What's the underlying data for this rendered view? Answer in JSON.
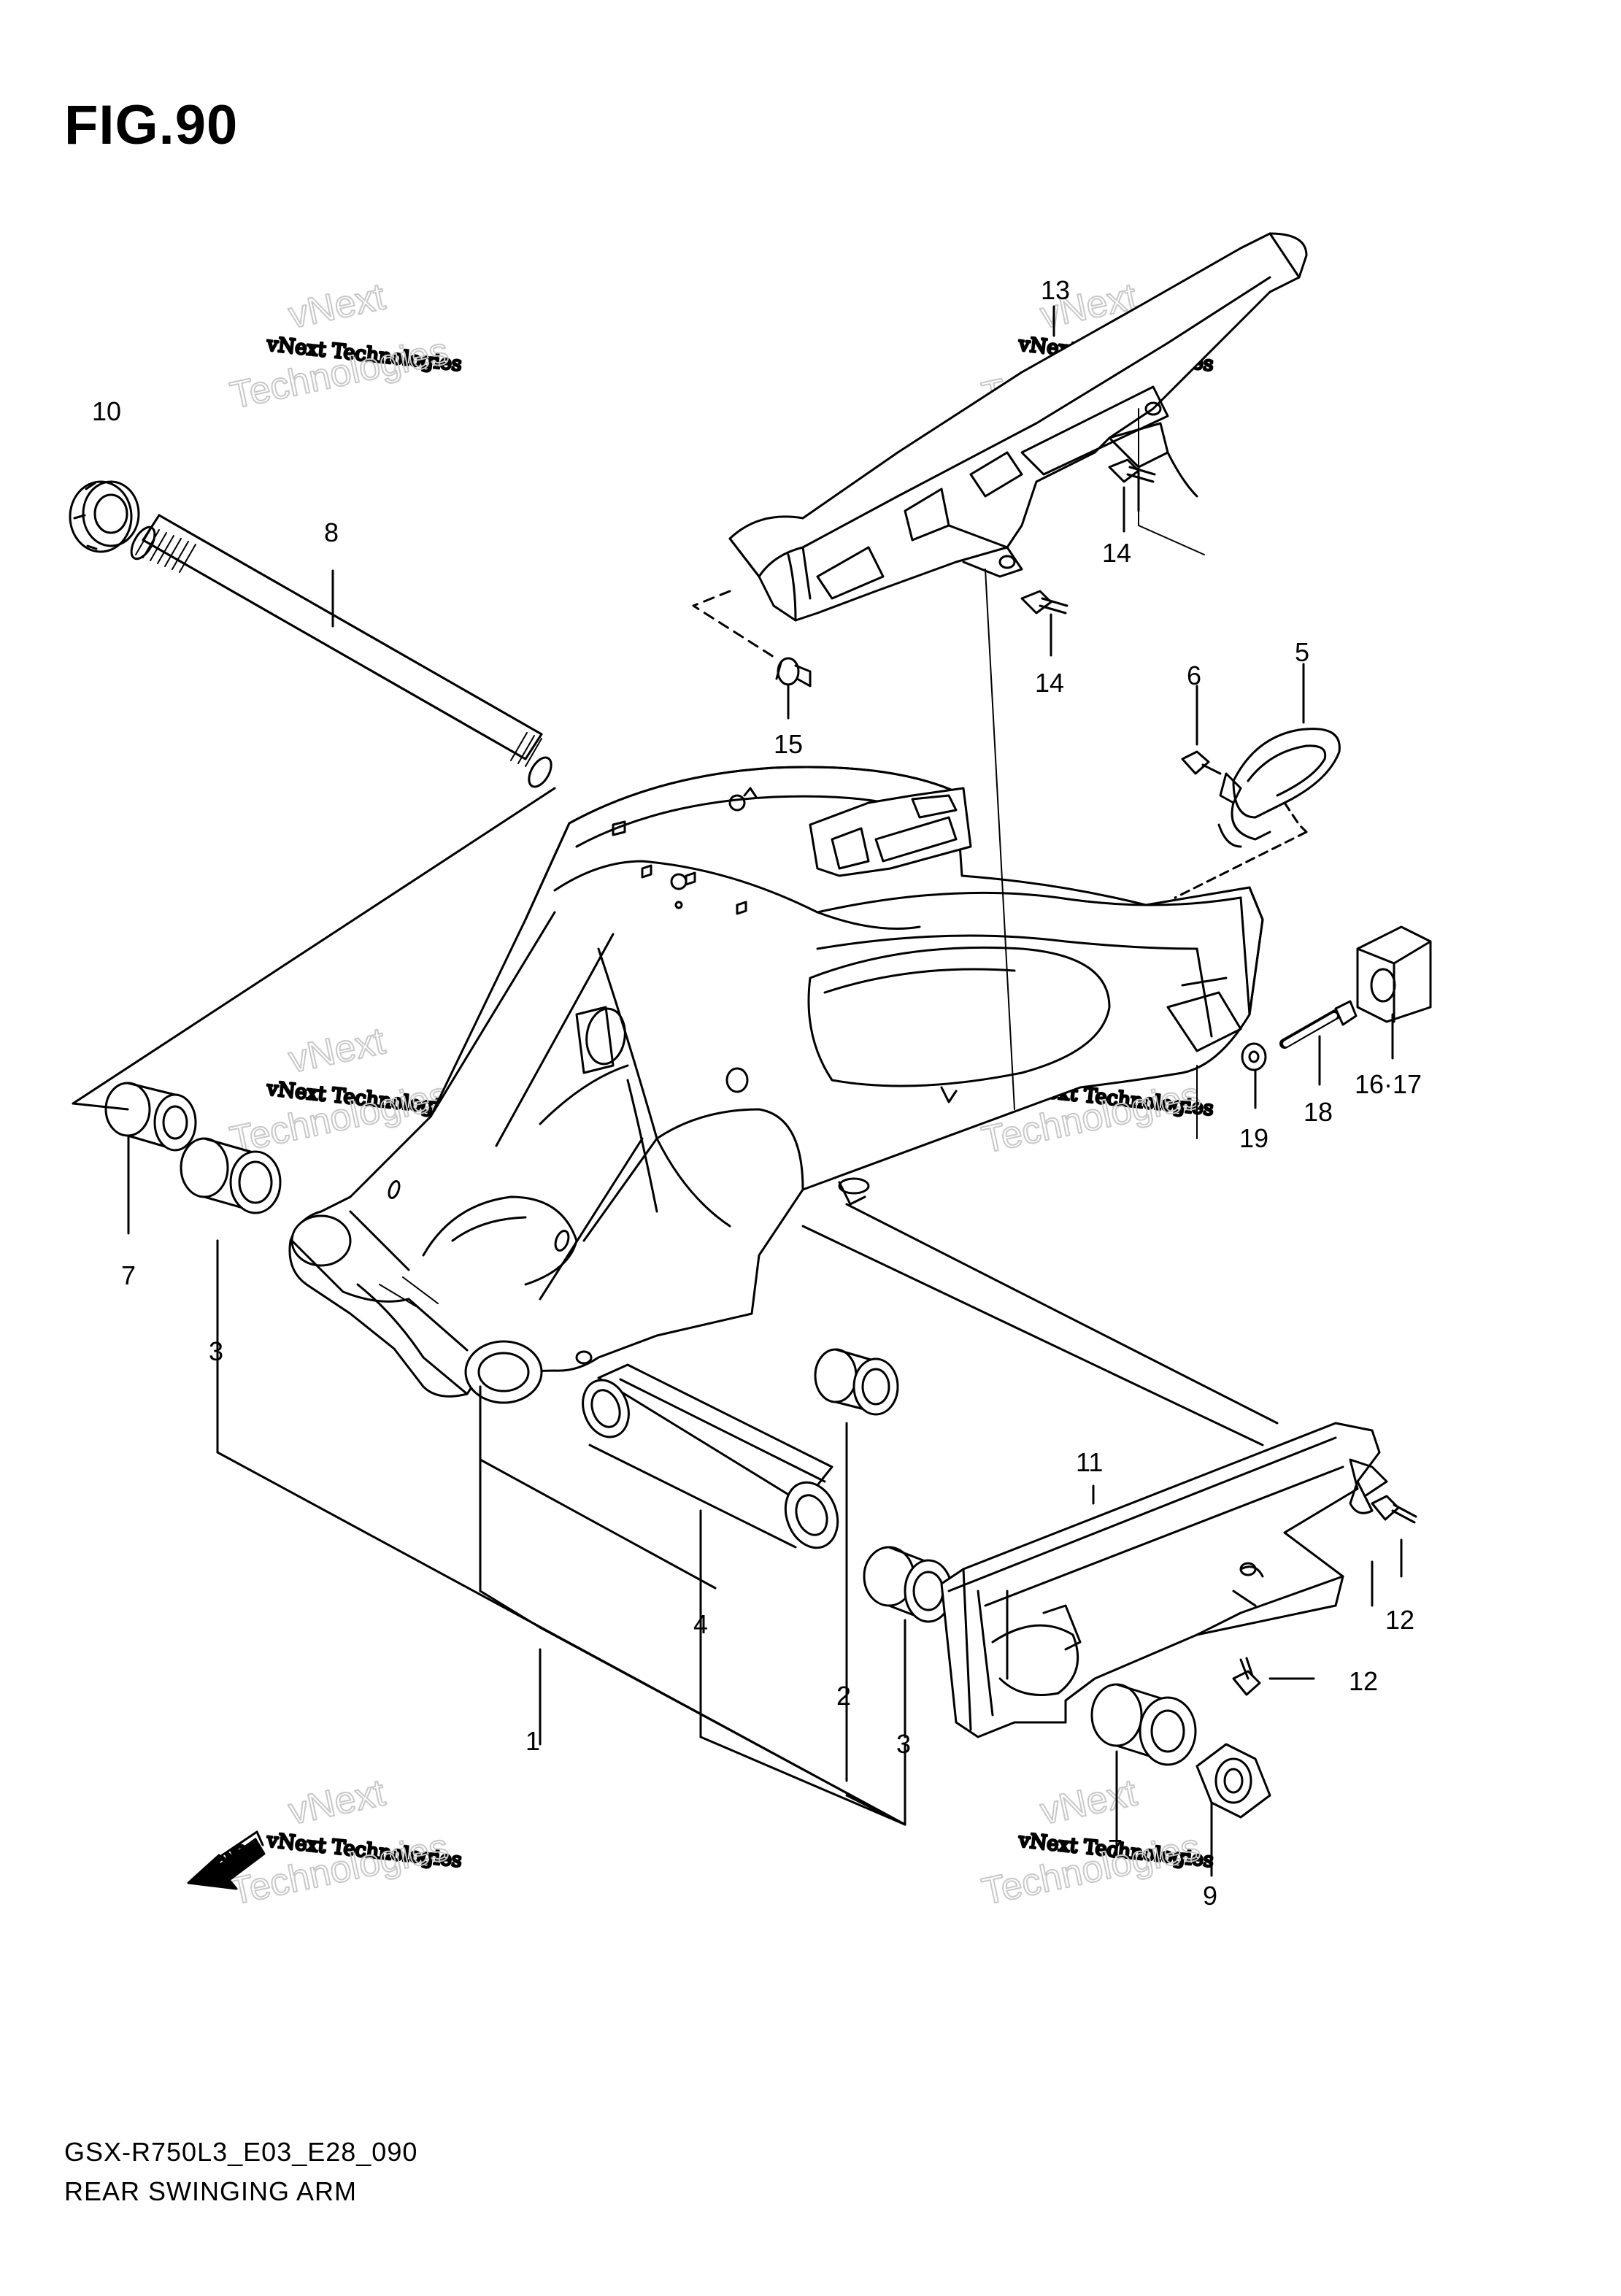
{
  "figure": {
    "title": "FIG.90",
    "model_code": "GSX-R750L3_E03_E28_090",
    "name": "REAR SWINGING ARM"
  },
  "callouts": {
    "c1": "1",
    "c2": "2",
    "c3a": "3",
    "c3b": "3",
    "c4": "4",
    "c5": "5",
    "c6": "6",
    "c7a": "7",
    "c7b": "7",
    "c8": "8",
    "c9": "9",
    "c10": "10",
    "c11": "11",
    "c12a": "12",
    "c12b": "12",
    "c13": "13",
    "c14a": "14",
    "c14b": "14",
    "c15": "15",
    "c1617": "16·17",
    "c18": "18",
    "c19": "19"
  },
  "watermark": {
    "line1": "vNext",
    "line2": "vNext Technologies",
    "line3": "Technologies"
  },
  "fwd_label": "FWD",
  "colors": {
    "line": "#000000",
    "watermark": "#c8c8c8",
    "background": "#ffffff"
  }
}
